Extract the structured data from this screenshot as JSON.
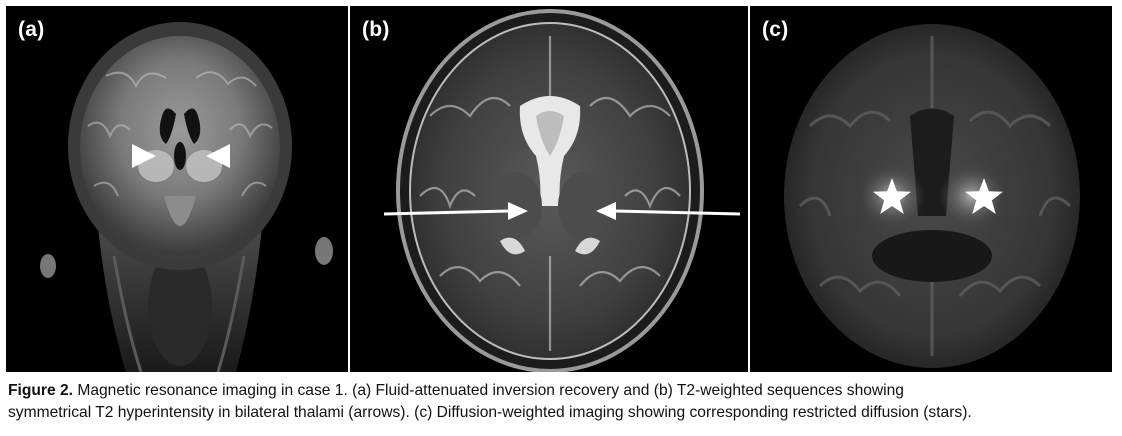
{
  "panels": [
    {
      "label": "(a)"
    },
    {
      "label": "(b)"
    },
    {
      "label": "(c)"
    }
  ],
  "caption": {
    "label": "Figure 2.",
    "line1": "Magnetic resonance imaging in case 1. (a) Fluid-attenuated inversion recovery and (b) T2-weighted sequences showing",
    "line2": "symmetrical T2 hyperintensity in bilateral thalami (arrows). (c) Diffusion-weighted imaging showing corresponding restricted diffusion (stars)."
  },
  "markers": {
    "arrow_color": "#ffffff",
    "star_color": "#ffffff"
  }
}
